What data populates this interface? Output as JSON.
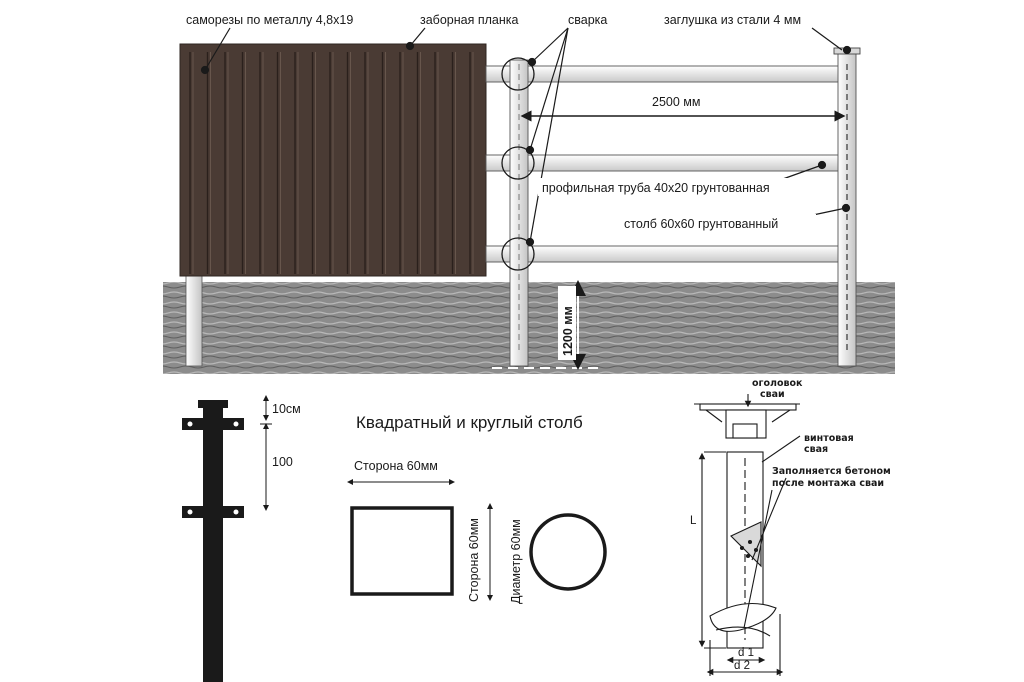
{
  "fence": {
    "labels": {
      "screws": "саморезы по металлу 4,8x19",
      "fence_plank": "заборная планка",
      "welding": "сварка",
      "cap": "заглушка из стали 4 мм",
      "span": "2500 мм",
      "profile_pipe": "профильная труба 40x20 грунтованная",
      "post": "столб 60x60 грунтованный",
      "depth": "1200 мм"
    }
  },
  "post_detail": {
    "top_dim": "10см",
    "mid_dim": "100"
  },
  "post_sections": {
    "title": "Квадратный и круглый столб",
    "square_side_top": "Сторона 60мм",
    "square_side_right": "Сторона 60мм",
    "circle_diameter": "Диаметр 60мм"
  },
  "screw_pile": {
    "head_line1": "оголовок",
    "head_line2": "сваи",
    "pile_line1": "винтовая",
    "pile_line2": "свая",
    "concrete_line1": "Заполняется бетоном",
    "concrete_line2": "после монтажа сваи",
    "length": "L",
    "d1": "d 1",
    "d2": "d 2"
  },
  "colors": {
    "plank": "#4a3b34",
    "plank_edge": "#2e2420",
    "pipe": "#e6e6e6",
    "ground": "#8a8a8a",
    "line": "#1a1a1a"
  }
}
